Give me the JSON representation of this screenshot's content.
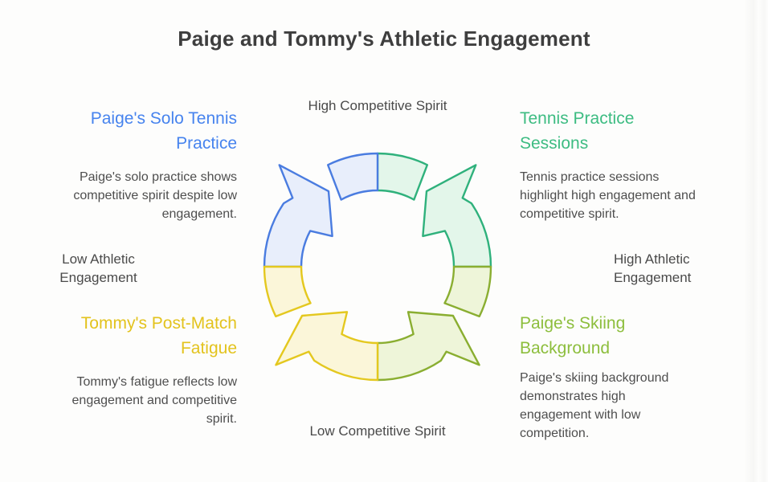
{
  "title": "Paige and Tommy's Athletic Engagement",
  "axes": {
    "top": "High Competitive Spirit",
    "bottom": "Low Competitive Spirit",
    "left": "Low Athletic Engagement",
    "right": "High Athletic Engagement"
  },
  "quadrants": [
    {
      "position": "top-left",
      "heading": "Paige's Solo Tennis Practice",
      "body": "Paige's solo practice shows competitive spirit despite low engagement.",
      "heading_color": "#4683ee",
      "arrow_stroke": "#4a7ce0",
      "arrow_fill": "#e8eefb"
    },
    {
      "position": "top-right",
      "heading": "Tennis Practice Sessions",
      "body": "Tennis practice sessions highlight high engagement and competitive spirit.",
      "heading_color": "#3dbc82",
      "arrow_stroke": "#2fb17c",
      "arrow_fill": "#e3f6ea"
    },
    {
      "position": "bottom-left",
      "heading": "Tommy's Post-Match Fatigue",
      "body": "Tommy's fatigue reflects low engagement and competitive spirit.",
      "heading_color": "#e3c31d",
      "arrow_stroke": "#e4c81f",
      "arrow_fill": "#fbf6d9"
    },
    {
      "position": "bottom-right",
      "heading": "Paige's Skiing Background",
      "body": "Paige's skiing background demonstrates high engagement with low competition.",
      "heading_color": "#8dbe3d",
      "arrow_stroke": "#8aae31",
      "arrow_fill": "#eef5d9"
    }
  ],
  "text_color_body": "#4e4e4e",
  "text_color_title": "#3e3e3e"
}
